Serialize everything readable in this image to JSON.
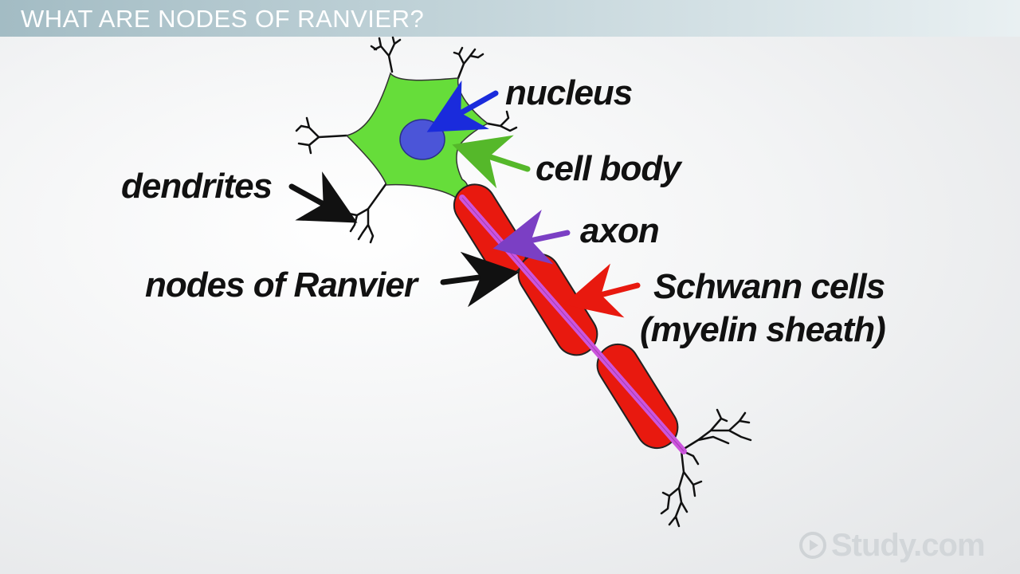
{
  "title": "WHAT ARE NODES OF RANVIER?",
  "labels": {
    "nucleus": "nucleus",
    "cell_body": "cell body",
    "dendrites": "dendrites",
    "axon": "axon",
    "nodes": "nodes of Ranvier",
    "schwann_line1": "Schwann cells",
    "schwann_line2": "(myelin sheath)"
  },
  "logo": {
    "text": "Study.com",
    "icon": "play-circle-icon"
  },
  "colors": {
    "cell_body": "#66dd3a",
    "nucleus": "#4b55d8",
    "axon": "#cc55dd",
    "schwann": "#e8190f",
    "nucleus_arrow": "#1a2bdc",
    "cell_body_arrow": "#55b82a",
    "axon_arrow": "#7b3fc4",
    "schwann_arrow": "#e8190f",
    "black_arrow": "#111111"
  }
}
